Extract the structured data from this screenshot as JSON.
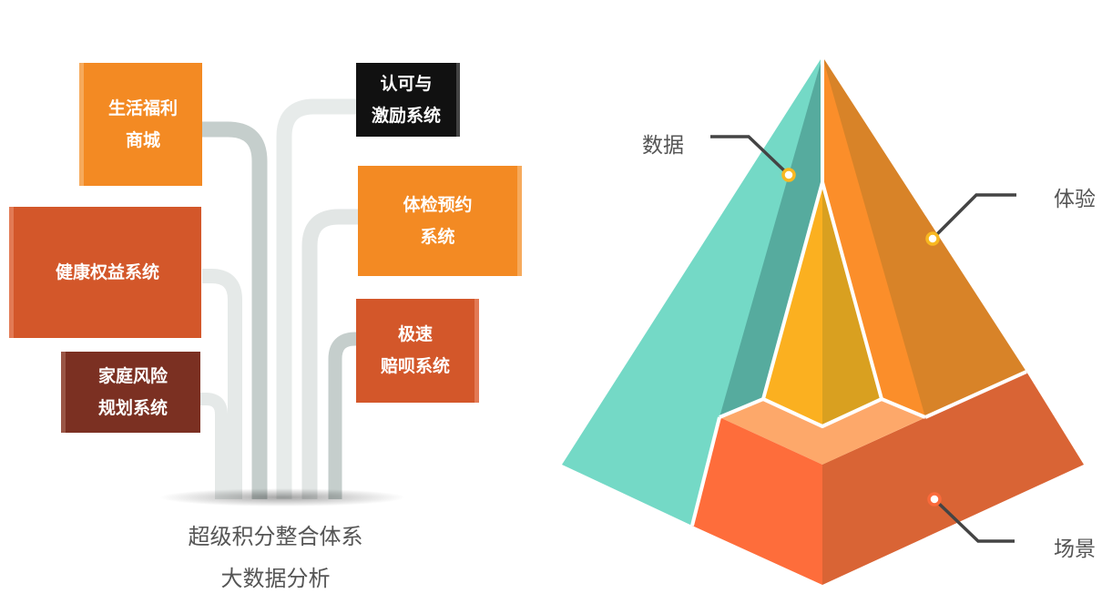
{
  "left_diagram": {
    "boxes": [
      {
        "id": "welfare-mall",
        "lines": [
          "生活福利",
          "商城"
        ],
        "color": "#f38a23"
      },
      {
        "id": "health-rights",
        "lines": [
          "健康权益系统"
        ],
        "color": "#d3572a"
      },
      {
        "id": "family-risk",
        "lines": [
          "家庭风险",
          "规划系统"
        ],
        "color": "#7b3022"
      },
      {
        "id": "recognition",
        "lines": [
          "认可与",
          "激励系统"
        ],
        "color": "#111111"
      },
      {
        "id": "checkup",
        "lines": [
          "体检预约",
          "系统"
        ],
        "color": "#f38a23"
      },
      {
        "id": "speed-claims",
        "lines": [
          "极速",
          "赔呗系统"
        ],
        "color": "#d3572a"
      }
    ],
    "base_title": [
      "超级积分整合体系",
      "大数据分析"
    ]
  },
  "pyramid": {
    "labels": {
      "data": "数据",
      "experience": "体验",
      "scene": "场景"
    },
    "colors": {
      "data_face": "#74d9c6",
      "data_shade": "#56ab9e",
      "experience_face": "#d88328",
      "experience_light": "#fb8e2a",
      "core_left": "#fbb020",
      "core_right": "#d9a020",
      "scene_top": "#fda86a",
      "scene_left": "#fe6d3b",
      "scene_right": "#d96435",
      "dot_yellow": "#f8b821",
      "dot_red": "#fa6a3b"
    }
  }
}
